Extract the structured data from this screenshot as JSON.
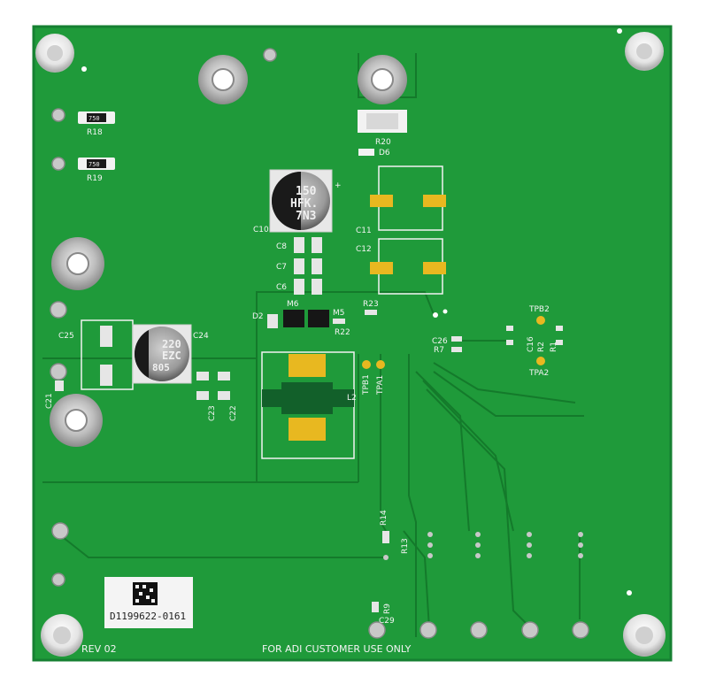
{
  "board": {
    "id_label": "D1199622-0161",
    "revision": "REV 02",
    "footer_note": "FOR ADI CUSTOMER USE ONLY",
    "colors": {
      "pcb_green": "#1f9a3a",
      "pcb_dark": "#157a2c",
      "silkscreen": "#f2f2f2",
      "gold_pad": "#e8b820",
      "tin": "#c9c9c9"
    }
  },
  "designators": {
    "r18": "R18",
    "r19": "R19",
    "r20": "R20",
    "d6": "D6",
    "c10": "C10",
    "c11": "C11",
    "c12": "C12",
    "c8": "C8",
    "c7": "C7",
    "c6": "C6",
    "d2": "D2",
    "m6": "M6",
    "m5": "M5",
    "r23": "R23",
    "r22": "R22",
    "c25": "C25",
    "c24": "C24",
    "c21": "C21",
    "c23": "C23",
    "c22": "C22",
    "l2": "L2",
    "tpb1": "TPB1",
    "tpa1": "TPA1",
    "c26": "C26",
    "r7": "R7",
    "tpb2": "TPB2",
    "tpa2": "TPA2",
    "c16": "C16",
    "r2": "R2",
    "r1": "R1",
    "r14": "R14",
    "r13": "R13",
    "r9": "R9",
    "c29": "C29"
  },
  "markings": {
    "c10_line1": "150",
    "c10_line2": "HFK.",
    "c10_line3": "7N3",
    "c24_line1": "220",
    "c24_line2": "EZC",
    "c24_line3": "805",
    "r18_value": "750",
    "r19_value": "750"
  }
}
